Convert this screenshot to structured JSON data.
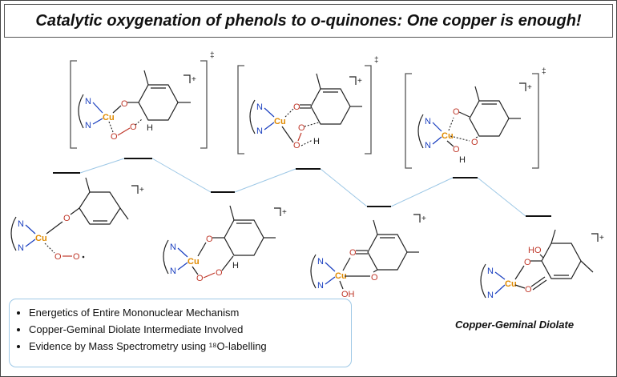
{
  "title": "Catalytic oxygenation of phenols to o-quinones: One copper is enough!",
  "summary_points": [
    "Energetics of Entire Mononuclear Mechanism",
    "Copper-Geminal Diolate Intermediate Involved",
    "Evidence by Mass Spectrometry using ¹⁸O-labelling"
  ],
  "final_species_label": "Copper-Geminal Diolate",
  "atoms": {
    "N": "N",
    "O": "O",
    "Cu": "Cu",
    "H": "H",
    "OH": "OH",
    "HO": "HO",
    "dagger": "‡",
    "plus": "+"
  },
  "energy_levels": [
    {
      "role": "intermediate",
      "rank": 1
    },
    {
      "role": "transition_state",
      "rank": 1
    },
    {
      "role": "intermediate",
      "rank": 2
    },
    {
      "role": "transition_state",
      "rank": 2
    },
    {
      "role": "intermediate",
      "rank": 3
    },
    {
      "role": "transition_state",
      "rank": 3
    },
    {
      "role": "intermediate",
      "rank": 4
    }
  ]
}
